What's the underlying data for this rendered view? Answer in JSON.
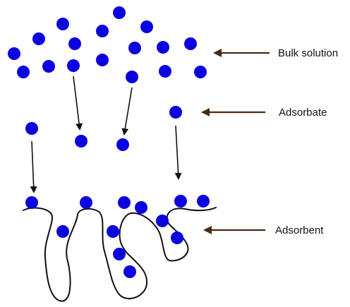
{
  "labels": {
    "bulk_solution": "Bulk solution",
    "adsorbate": "Adsorbate",
    "adsorbent": "Adsorbent"
  },
  "colors": {
    "particle": "#0b00e0",
    "pointer_arrow": "#4a2a12",
    "flow_arrow": "#111111",
    "surface_outline": "#111111"
  },
  "icons": {
    "particle": "blue-circle",
    "pointer_arrow": "left-arrow",
    "flow_arrow": "down-arrow"
  }
}
